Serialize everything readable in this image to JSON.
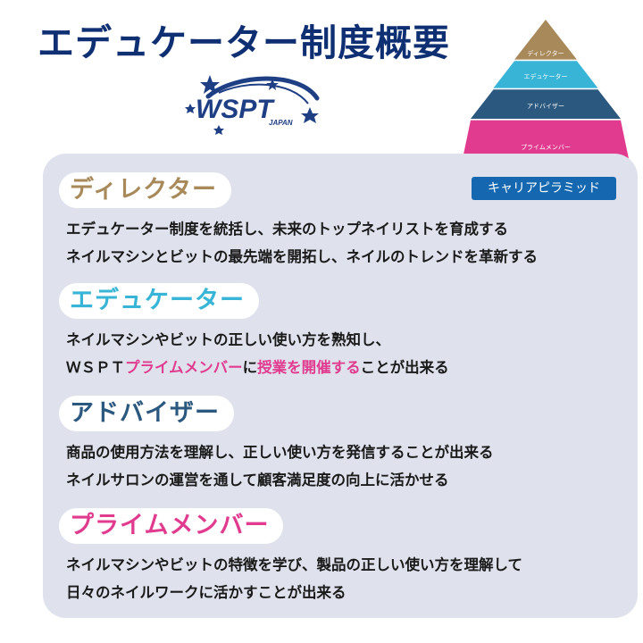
{
  "title": "エデュケーター制度概要",
  "logo": {
    "main": "WSPT",
    "sub": "JAPAN"
  },
  "pyramid": {
    "levels": [
      "ディレクター",
      "エデュケーター",
      "アドバイザー",
      "プライムメンバー"
    ],
    "colors": [
      "#a8895a",
      "#38b5d6",
      "#2b587f",
      "#e03b8f"
    ],
    "caption": "キャリアピラミッド"
  },
  "sections": [
    {
      "heading": "ディレクター",
      "color": "#a8895a",
      "lines": [
        "エデュケーター制度を統括し、未来のトップネイリストを育成する",
        "ネイルマシンとビットの最先端を開拓し、ネイルのトレンドを革新する"
      ]
    },
    {
      "heading": "エデュケーター",
      "color": "#38b5d6",
      "lines": [
        "ネイルマシンやビットの正しい使い方を熟知し、"
      ],
      "line2": {
        "a": "ＷＳＰＴ",
        "b": "プライムメンバー",
        "c": "に",
        "d": "授業を開催する",
        "e": "ことが出来る"
      }
    },
    {
      "heading": "アドバイザー",
      "color": "#2b587f",
      "lines": [
        "商品の使用方法を理解し、正しい使い方を発信することが出来る",
        "ネイルサロンの運営を通して顧客満足度の向上に活かせる"
      ]
    },
    {
      "heading": "プライムメンバー",
      "color": "#e03b8f",
      "lines": [
        "ネイルマシンやビットの特徴を学び、製品の正しい使い方を理解して",
        "日々のネイルワークに活かすことが出来る"
      ]
    }
  ]
}
